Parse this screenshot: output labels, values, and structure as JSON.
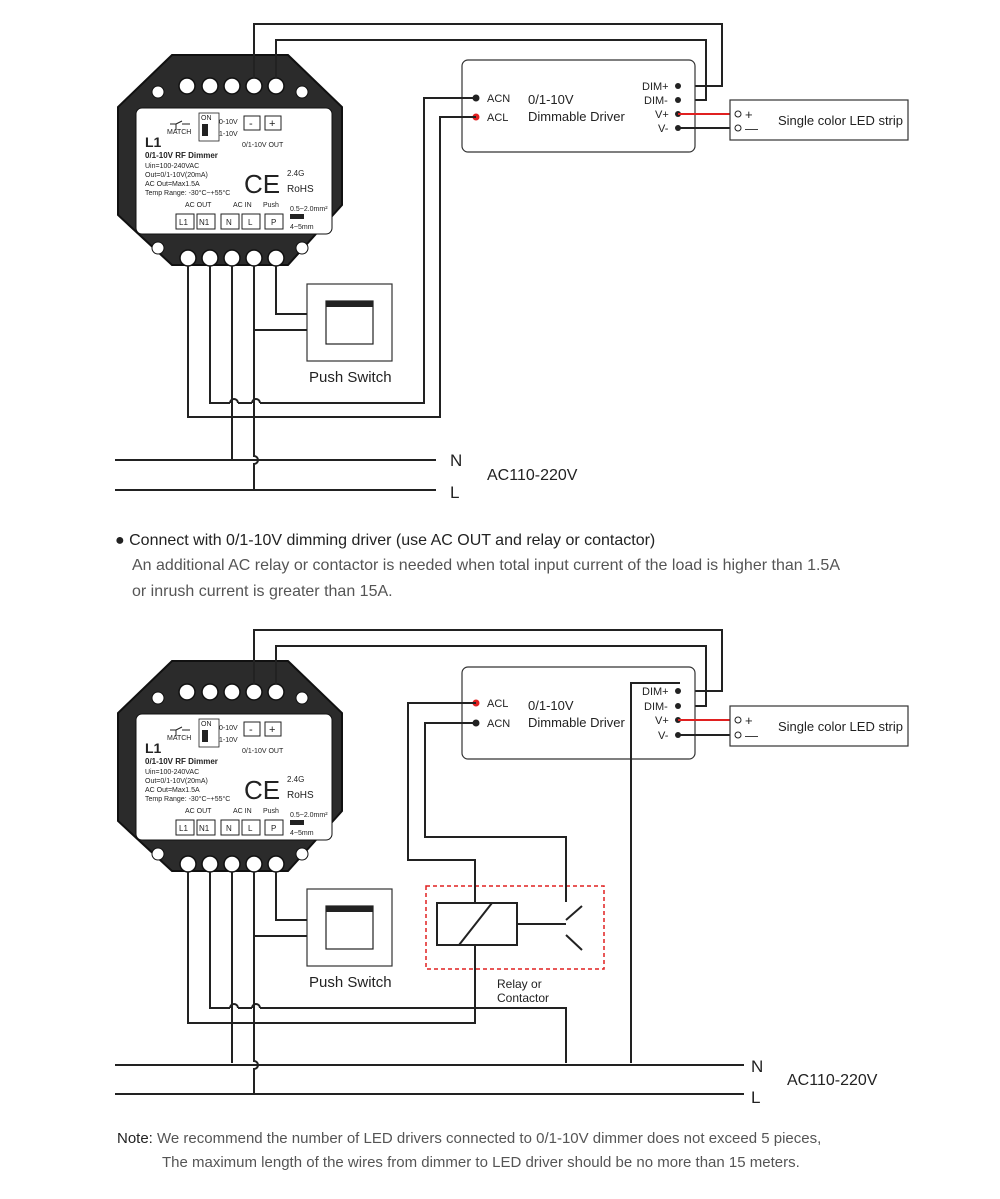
{
  "dimmer": {
    "model": "L1",
    "name": "0/1-10V  RF  Dimmer",
    "specs": [
      "Uin=100-240VAC",
      "Out=0/1-10V(20mA)",
      "AC Out=Max1.5A",
      "Temp Range: -30°C~+55°C"
    ],
    "match_label": "MATCH",
    "switch_on": "ON",
    "switch_0_10v": "0-10V",
    "switch_1_10v": "1-10V",
    "out_minus": "-",
    "out_plus": "+",
    "out_label": "0/1-10V OUT",
    "ce": "CE",
    "rf": "2.4G",
    "rohs": "RoHS",
    "ac_out": "AC OUT",
    "ac_in": "AC IN",
    "push": "Push",
    "terminals": [
      "L1",
      "N1",
      "N",
      "L",
      "P"
    ],
    "wire_spec": "0.5~2.0mm²",
    "strip_len": "4~5mm"
  },
  "push_switch": "Push Switch",
  "driver": {
    "title_line1": "0/1-10V",
    "title_line2": "Dimmable Driver",
    "acn": "ACN",
    "acl": "ACL",
    "dim_plus": "DIM+",
    "dim_minus": "DIM-",
    "v_plus": "V+",
    "v_minus": "V-"
  },
  "led_strip": {
    "label": "Single color LED strip",
    "plus": "+",
    "minus": "—"
  },
  "mains": {
    "n": "N",
    "l": "L",
    "voltage": "AC110-220V"
  },
  "relay": {
    "line1": "Relay or",
    "line2": "Contactor"
  },
  "section2": {
    "bullet": "● Connect with 0/1-10V dimming driver (use AC OUT and relay or contactor)",
    "desc1": "An additional AC relay or contactor is needed when total input current of the load is higher than 1.5A",
    "desc2": "or inrush current is greater than 15A."
  },
  "note": {
    "label": "Note:",
    "line1": "We recommend the number of LED drivers connected to 0/1-10V dimmer does not exceed 5 pieces,",
    "line2": "The maximum length of the wires from dimmer to LED driver should be no more than 15 meters."
  },
  "colors": {
    "live_wire": "#e02020",
    "relay_outline": "#e02020",
    "line": "#222222"
  }
}
